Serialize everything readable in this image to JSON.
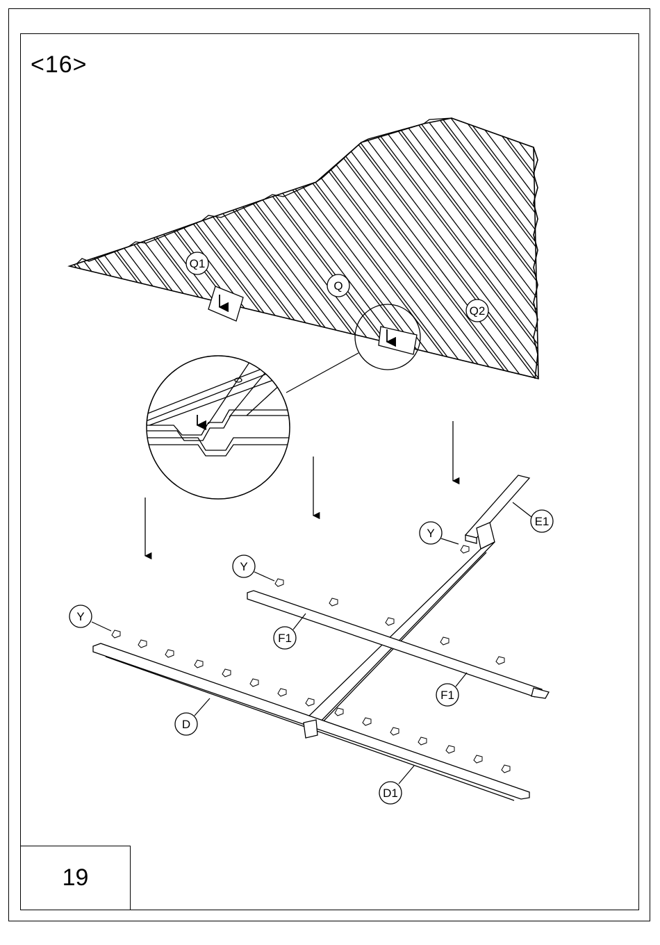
{
  "step": {
    "label": "<16>"
  },
  "page": {
    "number": "19"
  },
  "parts": {
    "q1": "Q1",
    "q": "Q",
    "q2": "Q2",
    "e1": "E1",
    "y_top": "Y",
    "y_mid": "Y",
    "y_left": "Y",
    "f1_upper": "F1",
    "f1_lower": "F1",
    "d": "D",
    "d1": "D1"
  },
  "colors": {
    "line": "#000000",
    "background": "#ffffff"
  }
}
